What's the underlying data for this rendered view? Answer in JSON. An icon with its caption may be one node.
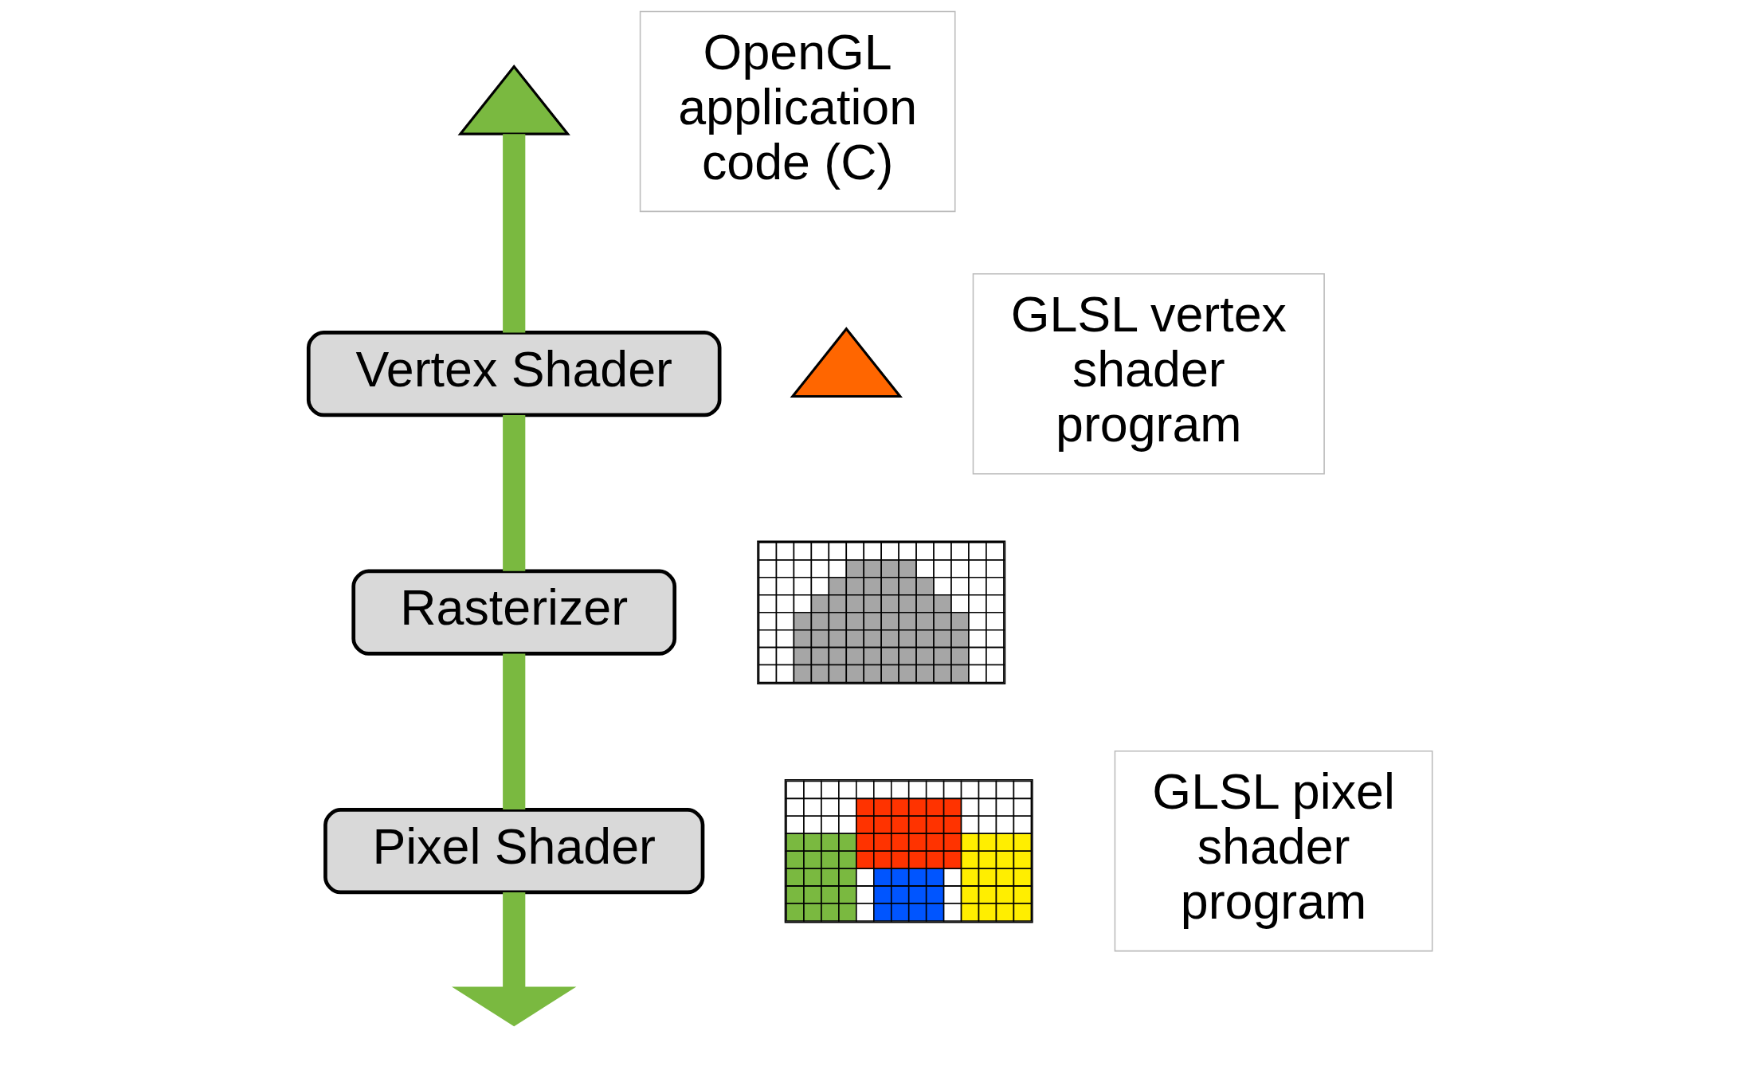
{
  "diagram": {
    "nodes": [
      {
        "text": [],
        "shape": "picture"
      },
      {
        "text": [
          "OpenGL application code (C)"
        ]
      },
      {
        "text": [
          "Vertex Shader"
        ]
      },
      {
        "text": [],
        "shape": "picture"
      },
      {
        "text": [
          "GLSL vertex shader program"
        ]
      },
      {
        "text": [
          "Rasterizer"
        ]
      },
      {
        "text": [],
        "shape": "picture"
      },
      {
        "text": [
          "Pixel Shader"
        ]
      },
      {
        "text": [],
        "shape": "picture"
      },
      {
        "text": [
          "GLSL pixel shader program"
        ]
      }
    ],
    "edges": [
      {
        "from": 0,
        "to": 2,
        "arrow": "none"
      },
      {
        "from": 2,
        "to": 5,
        "arrow": "none"
      },
      {
        "from": 5,
        "to": 7,
        "arrow": "none"
      },
      {
        "from": 7,
        "to": null,
        "arrow": "to"
      }
    ]
  }
}
